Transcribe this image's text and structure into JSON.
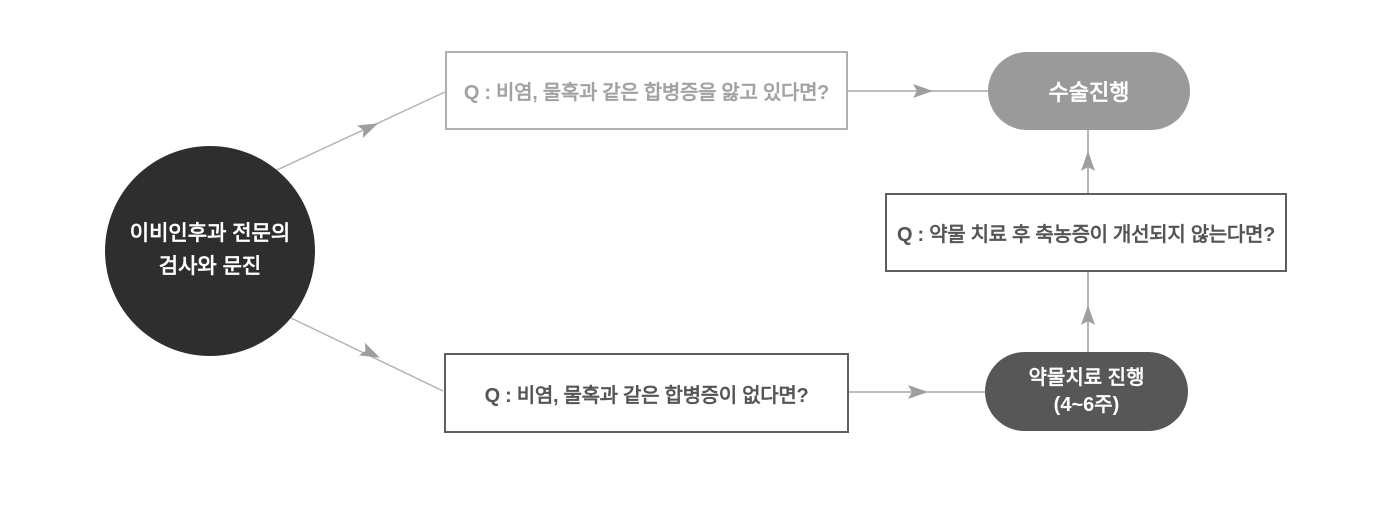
{
  "flow": {
    "start_node": {
      "line1": "이비인후과 전문의",
      "line2": "검사와 문진"
    },
    "question_has_complications": "Q : 비염, 물혹과 같은 합병증을 앓고 있다면?",
    "question_no_complications": "Q : 비염, 물혹과 같은 합병증이 없다면?",
    "question_no_improvement": "Q : 약물 치료 후 축농증이 개선되지 않는다면?",
    "result_surgery": "수술진행",
    "result_medication": {
      "line1": "약물치료 진행",
      "line2": "(4~6주)"
    }
  },
  "colors": {
    "background": "#ffffff",
    "start_node_fill": "#2e2e2e",
    "start_node_text": "#ffffff",
    "question_light_border": "#b0b0b0",
    "question_light_text": "#a2a2a2",
    "question_dark_border": "#5e5e5e",
    "question_dark_text": "#555555",
    "surgery_pill_fill": "#9a9a9a",
    "medication_pill_fill": "#575757",
    "pill_text": "#ffffff",
    "connector_line": "#ababab",
    "arrowhead": "#9e9e9e"
  }
}
